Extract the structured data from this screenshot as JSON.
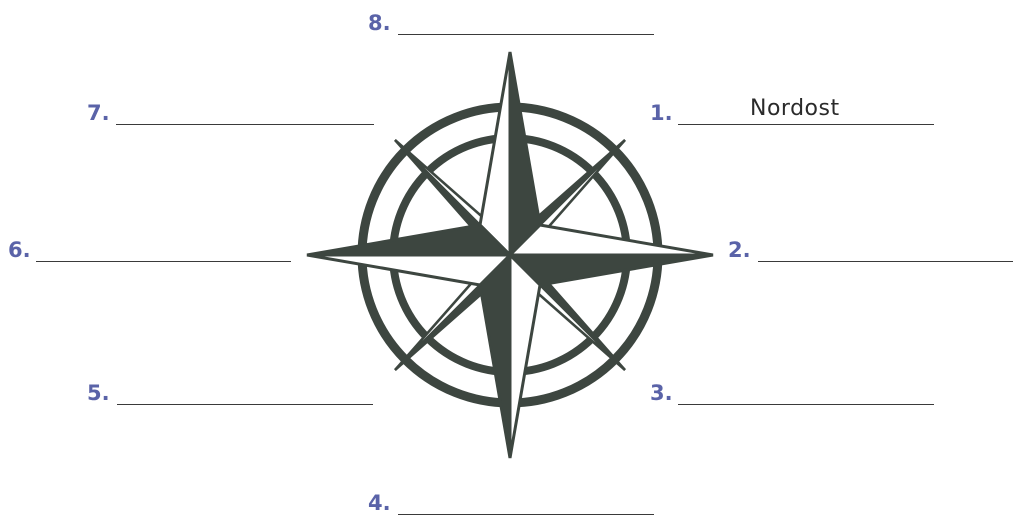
{
  "colors": {
    "number_accent": "#5a63a8",
    "compass_fill": "#3d4640",
    "line": "#3a3a3a"
  },
  "blanks": [
    {
      "number": "1.",
      "answer": "Nordost"
    },
    {
      "number": "2.",
      "answer": ""
    },
    {
      "number": "3.",
      "answer": ""
    },
    {
      "number": "4.",
      "answer": ""
    },
    {
      "number": "5.",
      "answer": ""
    },
    {
      "number": "6.",
      "answer": ""
    },
    {
      "number": "7.",
      "answer": ""
    },
    {
      "number": "8.",
      "answer": ""
    }
  ]
}
